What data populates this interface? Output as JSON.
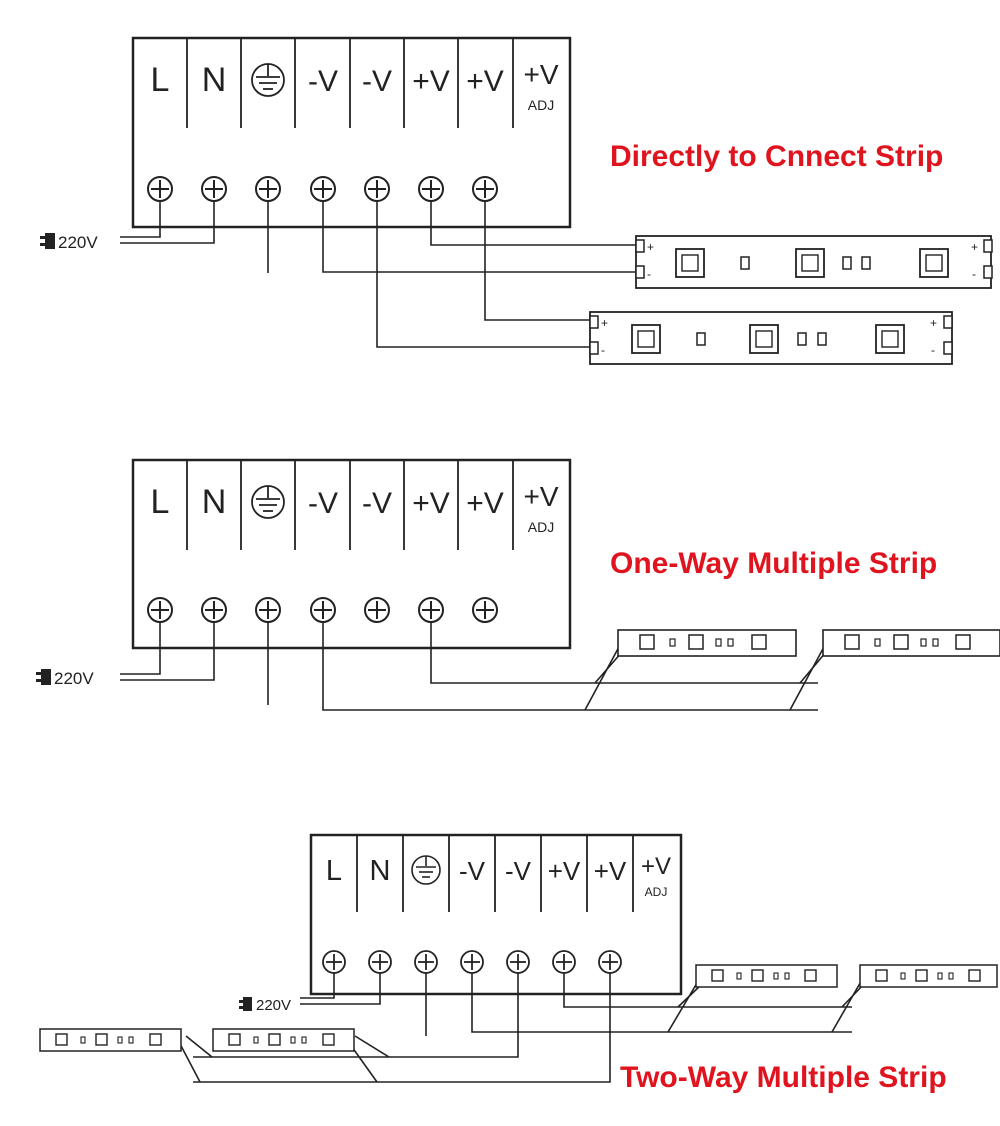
{
  "colors": {
    "caption": "#e0141e",
    "line": "#222222",
    "background": "#ffffff"
  },
  "terminals": [
    "L",
    "N",
    "",
    "-V",
    "-V",
    "+V",
    "+V",
    "+V"
  ],
  "ground_symbol": "ground-icon",
  "adj_label": "ADJ",
  "mains_label": "220V",
  "strip_plus": "+",
  "strip_minus": "-",
  "diagrams": [
    {
      "caption": "Directly to Cnnect Strip"
    },
    {
      "caption": "One-Way Multiple Strip"
    },
    {
      "caption": "Two-Way Multiple Strip"
    }
  ]
}
